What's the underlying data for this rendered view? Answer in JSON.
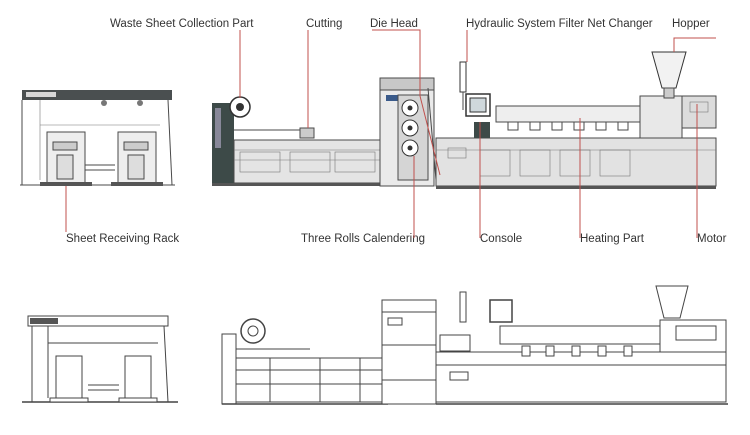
{
  "labels": {
    "waste_sheet_collection_part": "Waste Sheet Collection Part",
    "cutting": "Cutting",
    "die_head": "Die Head",
    "hydraulic_filter": "Hydraulic System Filter Net Changer",
    "hopper": "Hopper",
    "sheet_receiving_rack": "Sheet Receiving Rack",
    "three_rolls_calendering": "Three Rolls Calendering",
    "console": "Console",
    "heating_part": "Heating Part",
    "motor": "Motor"
  },
  "colors": {
    "leader_line": "#c0504d",
    "machine_body": "#e6e6e6",
    "machine_dark": "#3a4a48",
    "label_text": "#333333"
  }
}
